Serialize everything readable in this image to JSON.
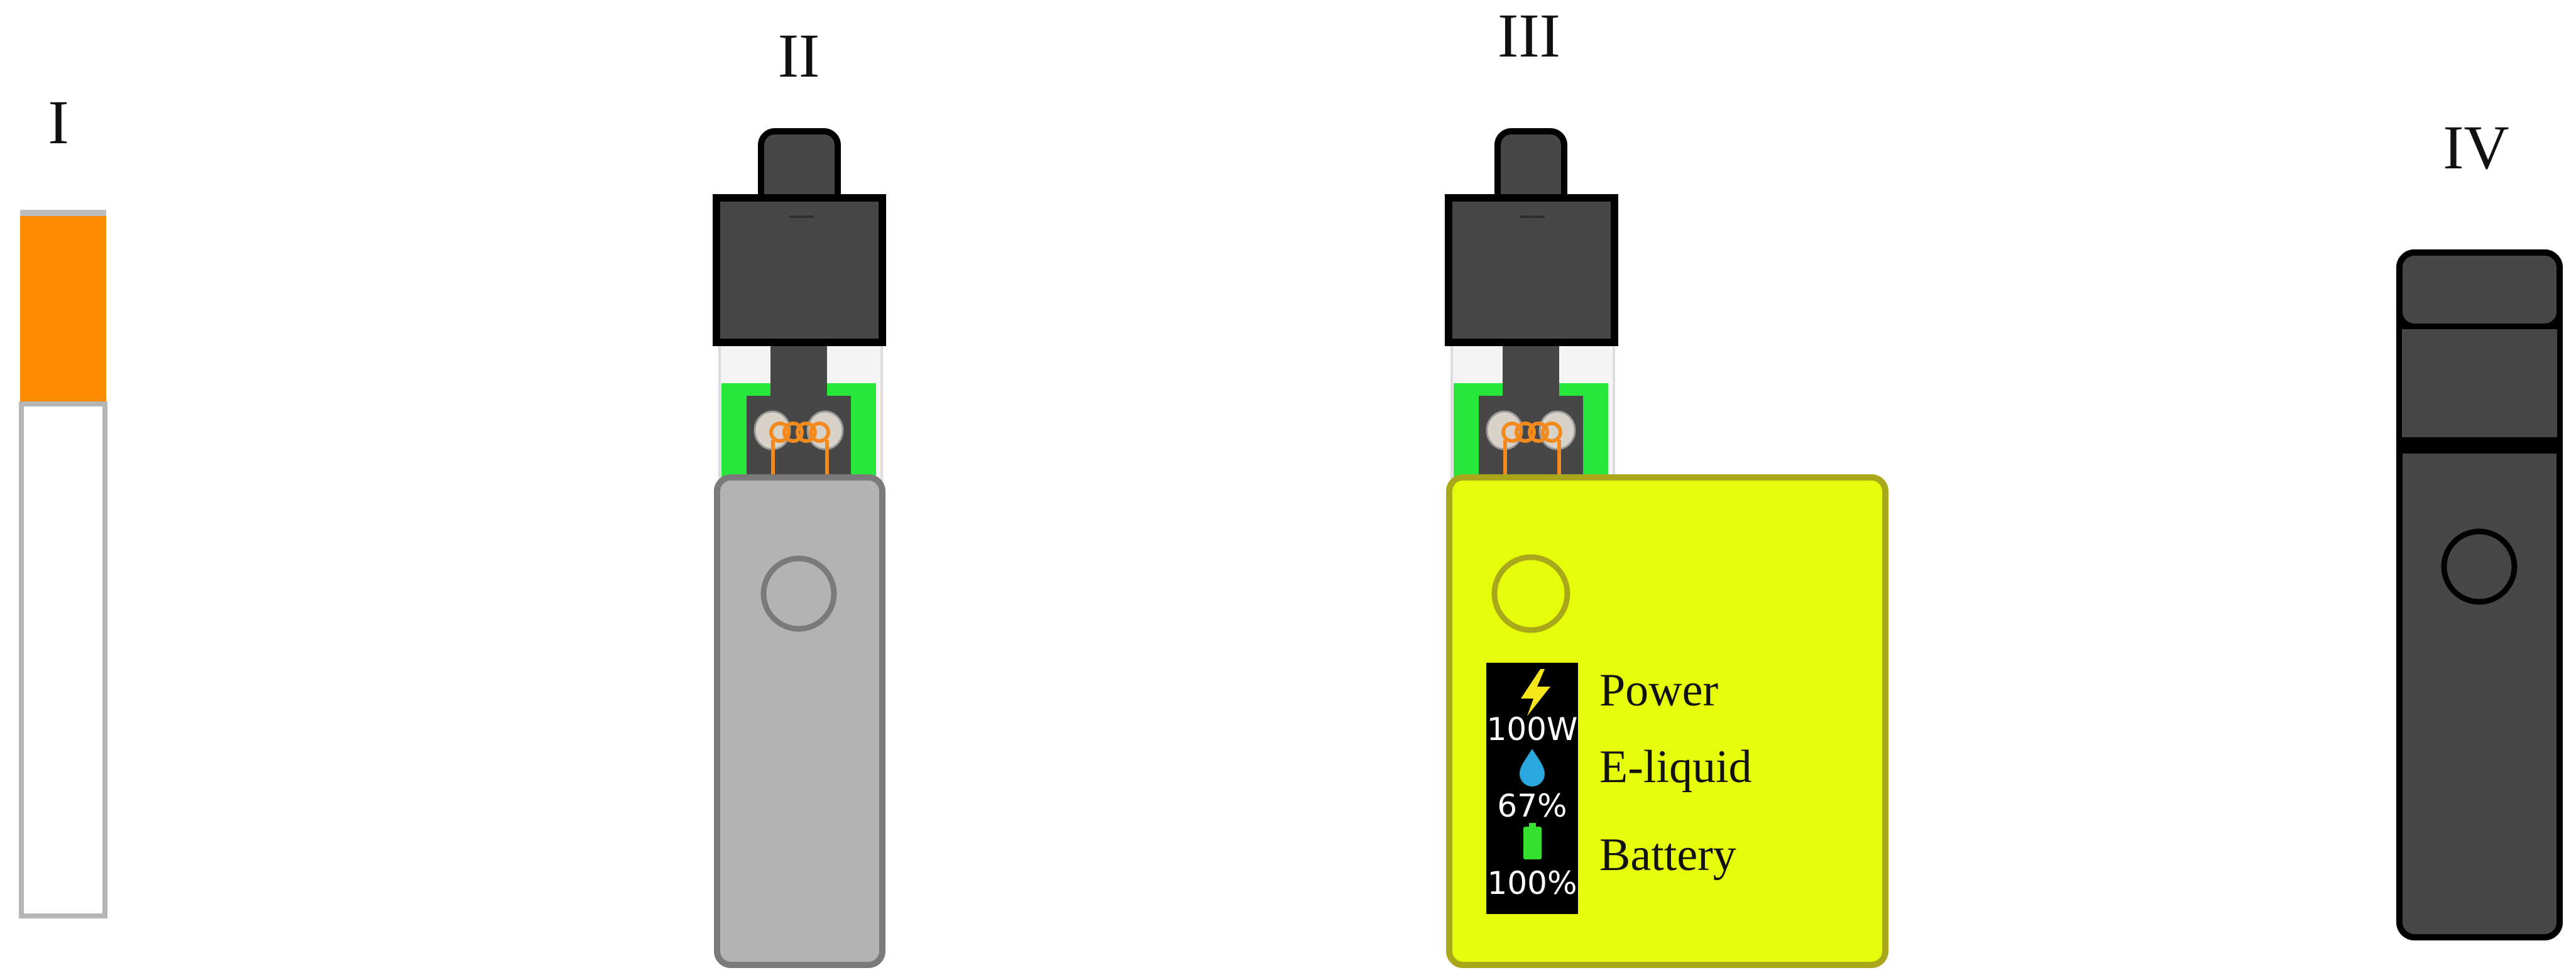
{
  "devices": [
    {
      "id": "I",
      "label": "I"
    },
    {
      "id": "II",
      "label": "II"
    },
    {
      "id": "III",
      "label": "III"
    },
    {
      "id": "IV",
      "label": "IV"
    }
  ],
  "display": {
    "rows": [
      {
        "name": "Power",
        "value": "100W",
        "icon": "lightning-icon"
      },
      {
        "name": "E-liquid",
        "value": "67%",
        "icon": "droplet-icon"
      },
      {
        "name": "Battery",
        "value": "100%",
        "icon": "battery-icon"
      }
    ]
  },
  "colors": {
    "cigarette_filter": "#ff8c00",
    "cigarette_paper": "#ffffff",
    "cigarette_outline": "#b5b5b5",
    "pen_body": "#b3b3b3",
    "box_mod_body": "#e5fc0a",
    "dark_device": "#474747",
    "coil_chamber": "#27e83a",
    "coil": "#f28a1e",
    "power_icon": "#f6e71b",
    "eliquid_icon": "#29a8e0",
    "battery_icon": "#35e02f",
    "display_bg": "#000000"
  }
}
